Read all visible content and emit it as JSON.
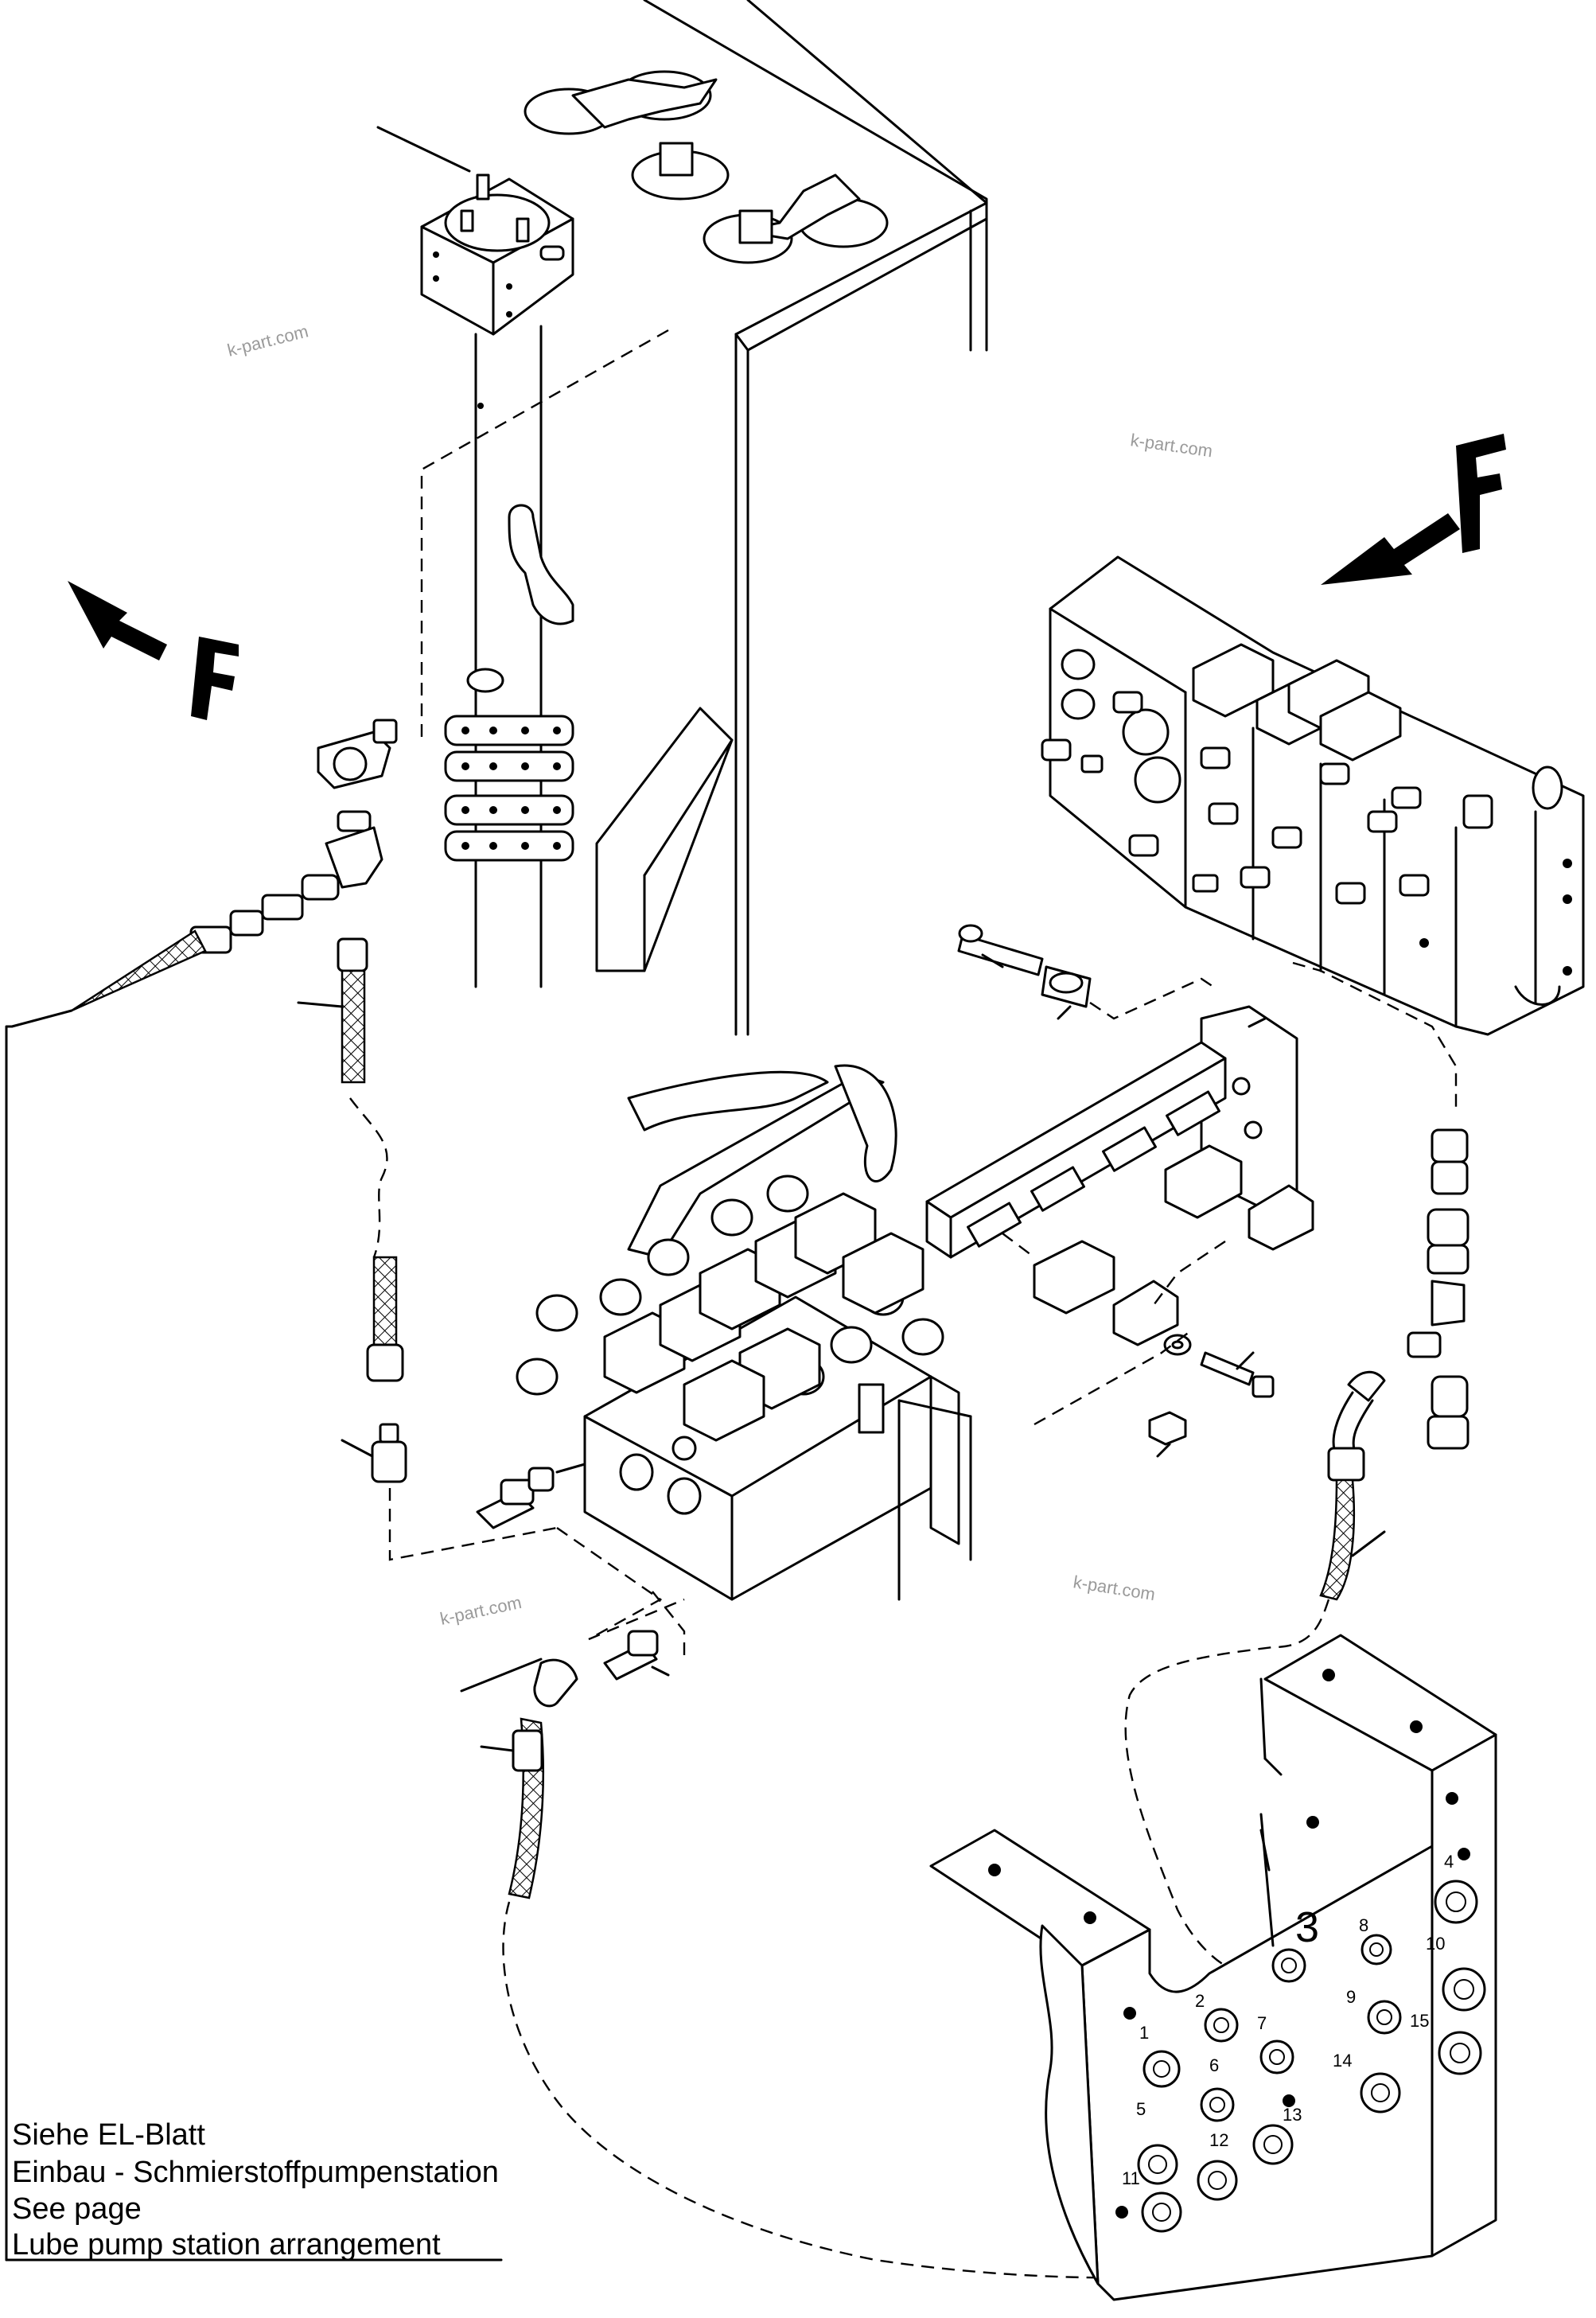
{
  "watermark": "k-part.com",
  "direction_marker": "F",
  "note_lines": [
    "Siehe EL-Blatt",
    "Einbau - Schmierstoffpumpenstation",
    "See page",
    "Lube pump station arrangement"
  ],
  "distributor_block_label": "3",
  "port_numbers": [
    "1",
    "2",
    "3",
    "4",
    "5",
    "6",
    "7",
    "8",
    "9",
    "10",
    "11",
    "12",
    "13",
    "14",
    "15"
  ],
  "icons": [
    "direction-arrow-icon",
    "hose-braid-pattern"
  ]
}
